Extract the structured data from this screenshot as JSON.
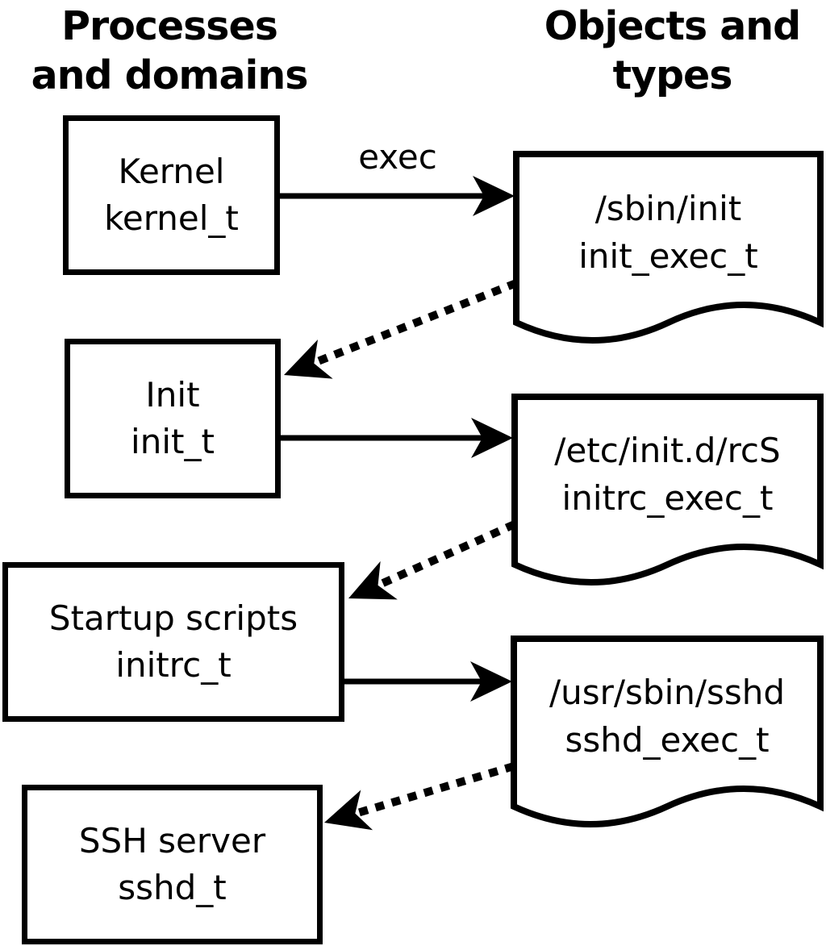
{
  "headers": {
    "left": {
      "line1": "Processes",
      "line2": "and domains"
    },
    "right": {
      "line1": "Objects and",
      "line2": "types"
    }
  },
  "process_boxes": [
    {
      "name": "Kernel",
      "type": "kernel_t"
    },
    {
      "name": "Init",
      "type": "init_t"
    },
    {
      "name": "Startup scripts",
      "type": "initrc_t"
    },
    {
      "name": "SSH server",
      "type": "sshd_t"
    }
  ],
  "object_docs": [
    {
      "path": "/sbin/init",
      "type": "init_exec_t"
    },
    {
      "path": "/etc/init.d/rcS",
      "type": "initrc_exec_t"
    },
    {
      "path": "/usr/sbin/sshd",
      "type": "sshd_exec_t"
    }
  ],
  "labels": {
    "exec_arrow": "exec"
  },
  "colors": {
    "ink": "#000000",
    "background": "#ffffff"
  }
}
